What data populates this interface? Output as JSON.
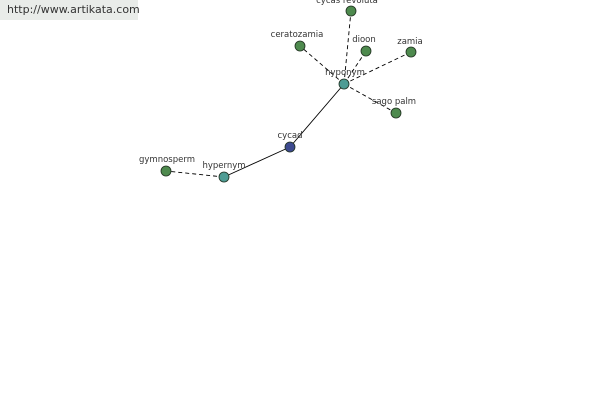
{
  "site_url": "http://www.artikata.com",
  "colors": {
    "background": "#ffffff",
    "url_bar_bg": "#e9ece9",
    "word_node": "#4e8a4e",
    "relation_node": "#4e9c94",
    "root_node": "#3d4a8f",
    "edge": "#000000"
  },
  "graph": {
    "root": {
      "label": "cycad",
      "role": "root"
    },
    "relations": [
      {
        "label": "hypernym",
        "role": "relation"
      },
      {
        "label": "hyponym",
        "role": "relation"
      }
    ],
    "words": [
      {
        "label": "gymnosperm",
        "relation": "hypernym"
      },
      {
        "label": "cycas revoluta",
        "relation": "hyponym"
      },
      {
        "label": "ceratozamia",
        "relation": "hyponym"
      },
      {
        "label": "dioon",
        "relation": "hyponym"
      },
      {
        "label": "zamia",
        "relation": "hyponym"
      },
      {
        "label": "sago palm",
        "relation": "hyponym"
      }
    ],
    "edges": [
      {
        "from": "cycad",
        "to": "hypernym",
        "style": "solid"
      },
      {
        "from": "cycad",
        "to": "hyponym",
        "style": "solid"
      },
      {
        "from": "hypernym",
        "to": "gymnosperm",
        "style": "dashed"
      },
      {
        "from": "hyponym",
        "to": "cycas revoluta",
        "style": "dashed"
      },
      {
        "from": "hyponym",
        "to": "ceratozamia",
        "style": "dashed"
      },
      {
        "from": "hyponym",
        "to": "dioon",
        "style": "dashed"
      },
      {
        "from": "hyponym",
        "to": "zamia",
        "style": "dashed"
      },
      {
        "from": "hyponym",
        "to": "sago palm",
        "style": "dashed"
      }
    ]
  }
}
